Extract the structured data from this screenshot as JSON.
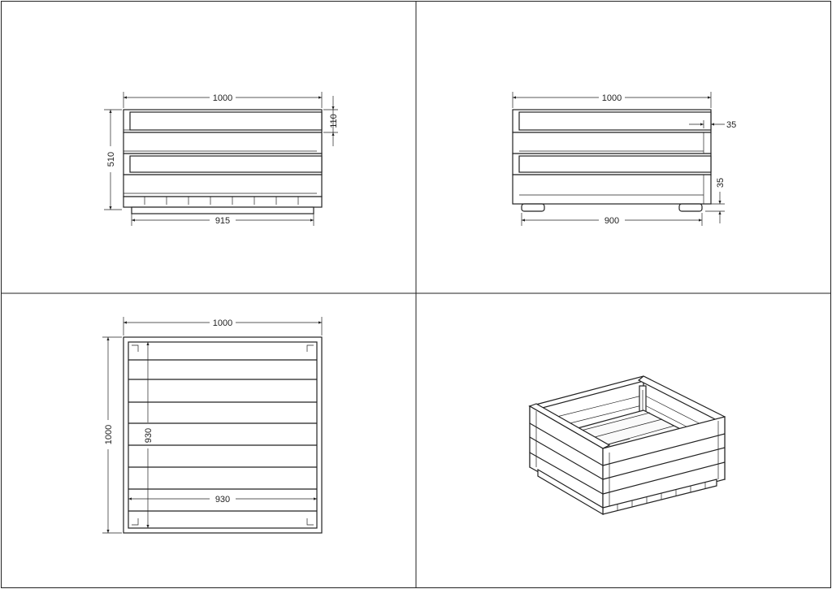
{
  "front_view": {
    "dim_width": "1000",
    "dim_height": "510",
    "dim_board": "110",
    "dim_base": "915"
  },
  "side_view": {
    "dim_width": "1000",
    "dim_inset_top": "35",
    "dim_foot": "35",
    "dim_base": "900"
  },
  "top_view": {
    "dim_width": "1000",
    "dim_depth": "1000",
    "dim_inner_depth": "930",
    "dim_inner_width": "930"
  },
  "iso_view": {}
}
